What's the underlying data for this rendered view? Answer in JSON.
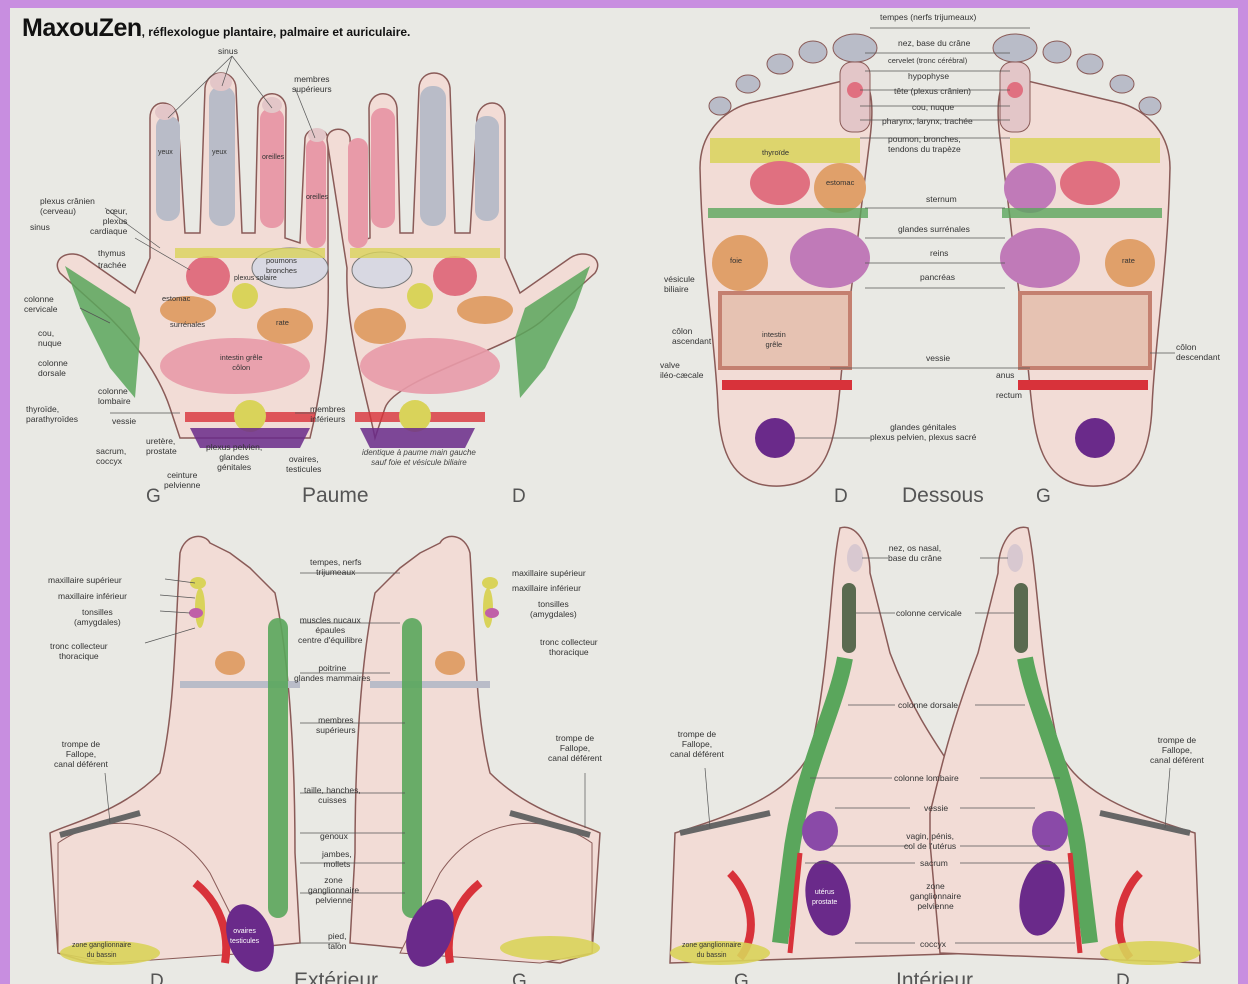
{
  "header": {
    "brand": "MaxouZen",
    "tagline": ", réflexologue plantaire, palmaire et auriculaire."
  },
  "palm": {
    "caption": "Paume",
    "left": "G",
    "right": "D",
    "note": "identique à paume main gauche\nsauf foie et vésicule biliaire",
    "labels": {
      "sinus_top": "sinus",
      "membres_sup": "membres\nsupérieurs",
      "yeux1": "yeux",
      "yeux2": "yeux",
      "oreilles1": "oreilles",
      "oreilles2": "oreilles",
      "plexus_cranien": "plexus crânien\n(cerveau)",
      "sinus_left": "sinus",
      "coeur": "cœur,\nplexus\ncardiaque",
      "thymus": "thymus",
      "trachee": "trachée",
      "colonne_cervicale": "colonne\ncervicale",
      "cou": "cou,\nnuque",
      "colonne_dorsale": "colonne\ndorsale",
      "colonne_lombaire": "colonne\nlombaire",
      "thyroide": "thyroïde,\nparathyroïdes",
      "vessie": "vessie",
      "sacrum": "sacrum,\ncoccyx",
      "uretere": "uretère,\nprostate",
      "ceinture": "ceinture\npelvienne",
      "plexus_pelvien": "plexus pelvien,\nglandes\ngénitales",
      "ovaires": "ovaires,\ntesticules",
      "membres_inf": "membres\ninférieurs",
      "poumons": "poumons\nbronches",
      "estomac": "estomac",
      "surrenales": "surrénales",
      "rate": "rate",
      "intestin": "intestin grêle\ncôlon",
      "plexus": "plexus solaire"
    }
  },
  "sole": {
    "caption": "Dessous",
    "left": "D",
    "right": "G",
    "labels": {
      "tempes": "tempes (nerfs trijumeaux)",
      "nez": "nez, base du crâne",
      "cervelet": "cervelet (tronc cérébral)",
      "hypophyse": "hypophyse",
      "tete": "tête (plexus crânien)",
      "cou_nuque": "cou, nuque",
      "pharynx": "pharynx, larynx, trachée",
      "poumon": "poumon, bronches,\ntendons du trapèze",
      "sternum": "sternum",
      "glandes_surrenales": "glandes surrénales",
      "reins": "reins",
      "pancreas": "pancréas",
      "vesicule": "vésicule\nbiliaire",
      "colon_asc": "côlon\nascendant",
      "valve": "valve\niléo-cæcale",
      "vessie": "vessie",
      "anus": "anus",
      "rectum": "rectum",
      "colon_desc": "côlon\ndescendant",
      "glandes_gen": "glandes génitales\nplexus pelvien, plexus sacré",
      "intestin": "intestin\ngrêle",
      "thyroide": "thyroïde",
      "foie": "foie",
      "estomac": "estomac",
      "rate": "rate"
    }
  },
  "exterior": {
    "caption": "Extérieur",
    "left": "D",
    "right": "G",
    "labels": {
      "maxillaire_sup": "maxillaire supérieur",
      "maxillaire_inf": "maxillaire inférieur",
      "tonsilles": "tonsilles\n(amygdales)",
      "tronc": "tronc collecteur\nthoracique",
      "trompe": "trompe de\nFallope,\ncanal déférent",
      "tempes": "tempes, nerfs\ntrijumeaux",
      "muscles": "muscles nucaux\népaules\ncentre d'équilibre",
      "poitrine": "poitrine\nglandes mammaires",
      "membres_sup": "membres\nsupérieurs",
      "taille": "taille, hanches,\ncuisses",
      "genoux": "genoux",
      "jambes": "jambes,\nmollets",
      "zone_pelv": "zone\nganglionnaire\npelvienne",
      "pied": "pied,\ntalon",
      "maxillaire_sup_r": "maxillaire supérieur",
      "maxillaire_inf_r": "maxillaire inférieur",
      "tonsilles_r": "tonsilles\n(amygdales)",
      "tronc_r": "tronc collecteur\nthoracique",
      "trompe_r": "trompe de\nFallope,\ncanal déférent",
      "zone_bottom": "zone ganglionnaire\ndu bassin",
      "ovaires": "ovaires\ntesticules"
    }
  },
  "interior": {
    "caption": "Intérieur",
    "left": "G",
    "right": "D",
    "labels": {
      "nez": "nez, os nasal,\nbase du crâne",
      "cervicale": "colonne cervicale",
      "dorsale": "colonne dorsale",
      "lombaire": "colonne lombaire",
      "vessie": "vessie",
      "vagin": "vagin, pénis,\ncol de l'utérus",
      "sacrum": "sacrum",
      "zone": "zone\nganglionnaire\npelvienne",
      "coccyx": "coccyx",
      "trompe_l": "trompe de\nFallope,\ncanal déférent",
      "trompe_r": "trompe de\nFallope,\ncanal déférent",
      "zone_bottom": "zone ganglionnaire\ndu bassin",
      "uterus": "utérus\nprostate"
    }
  },
  "colors": {
    "skin": "#f2dcd6",
    "outline": "#8a5b58",
    "green": "#5aa65c",
    "purple": "#6a2a8a",
    "yellow": "#d9d35a",
    "pink": "#e89aa8",
    "gray": "#b9bcc8",
    "red": "#d8323a",
    "orange": "#e0a06a"
  }
}
